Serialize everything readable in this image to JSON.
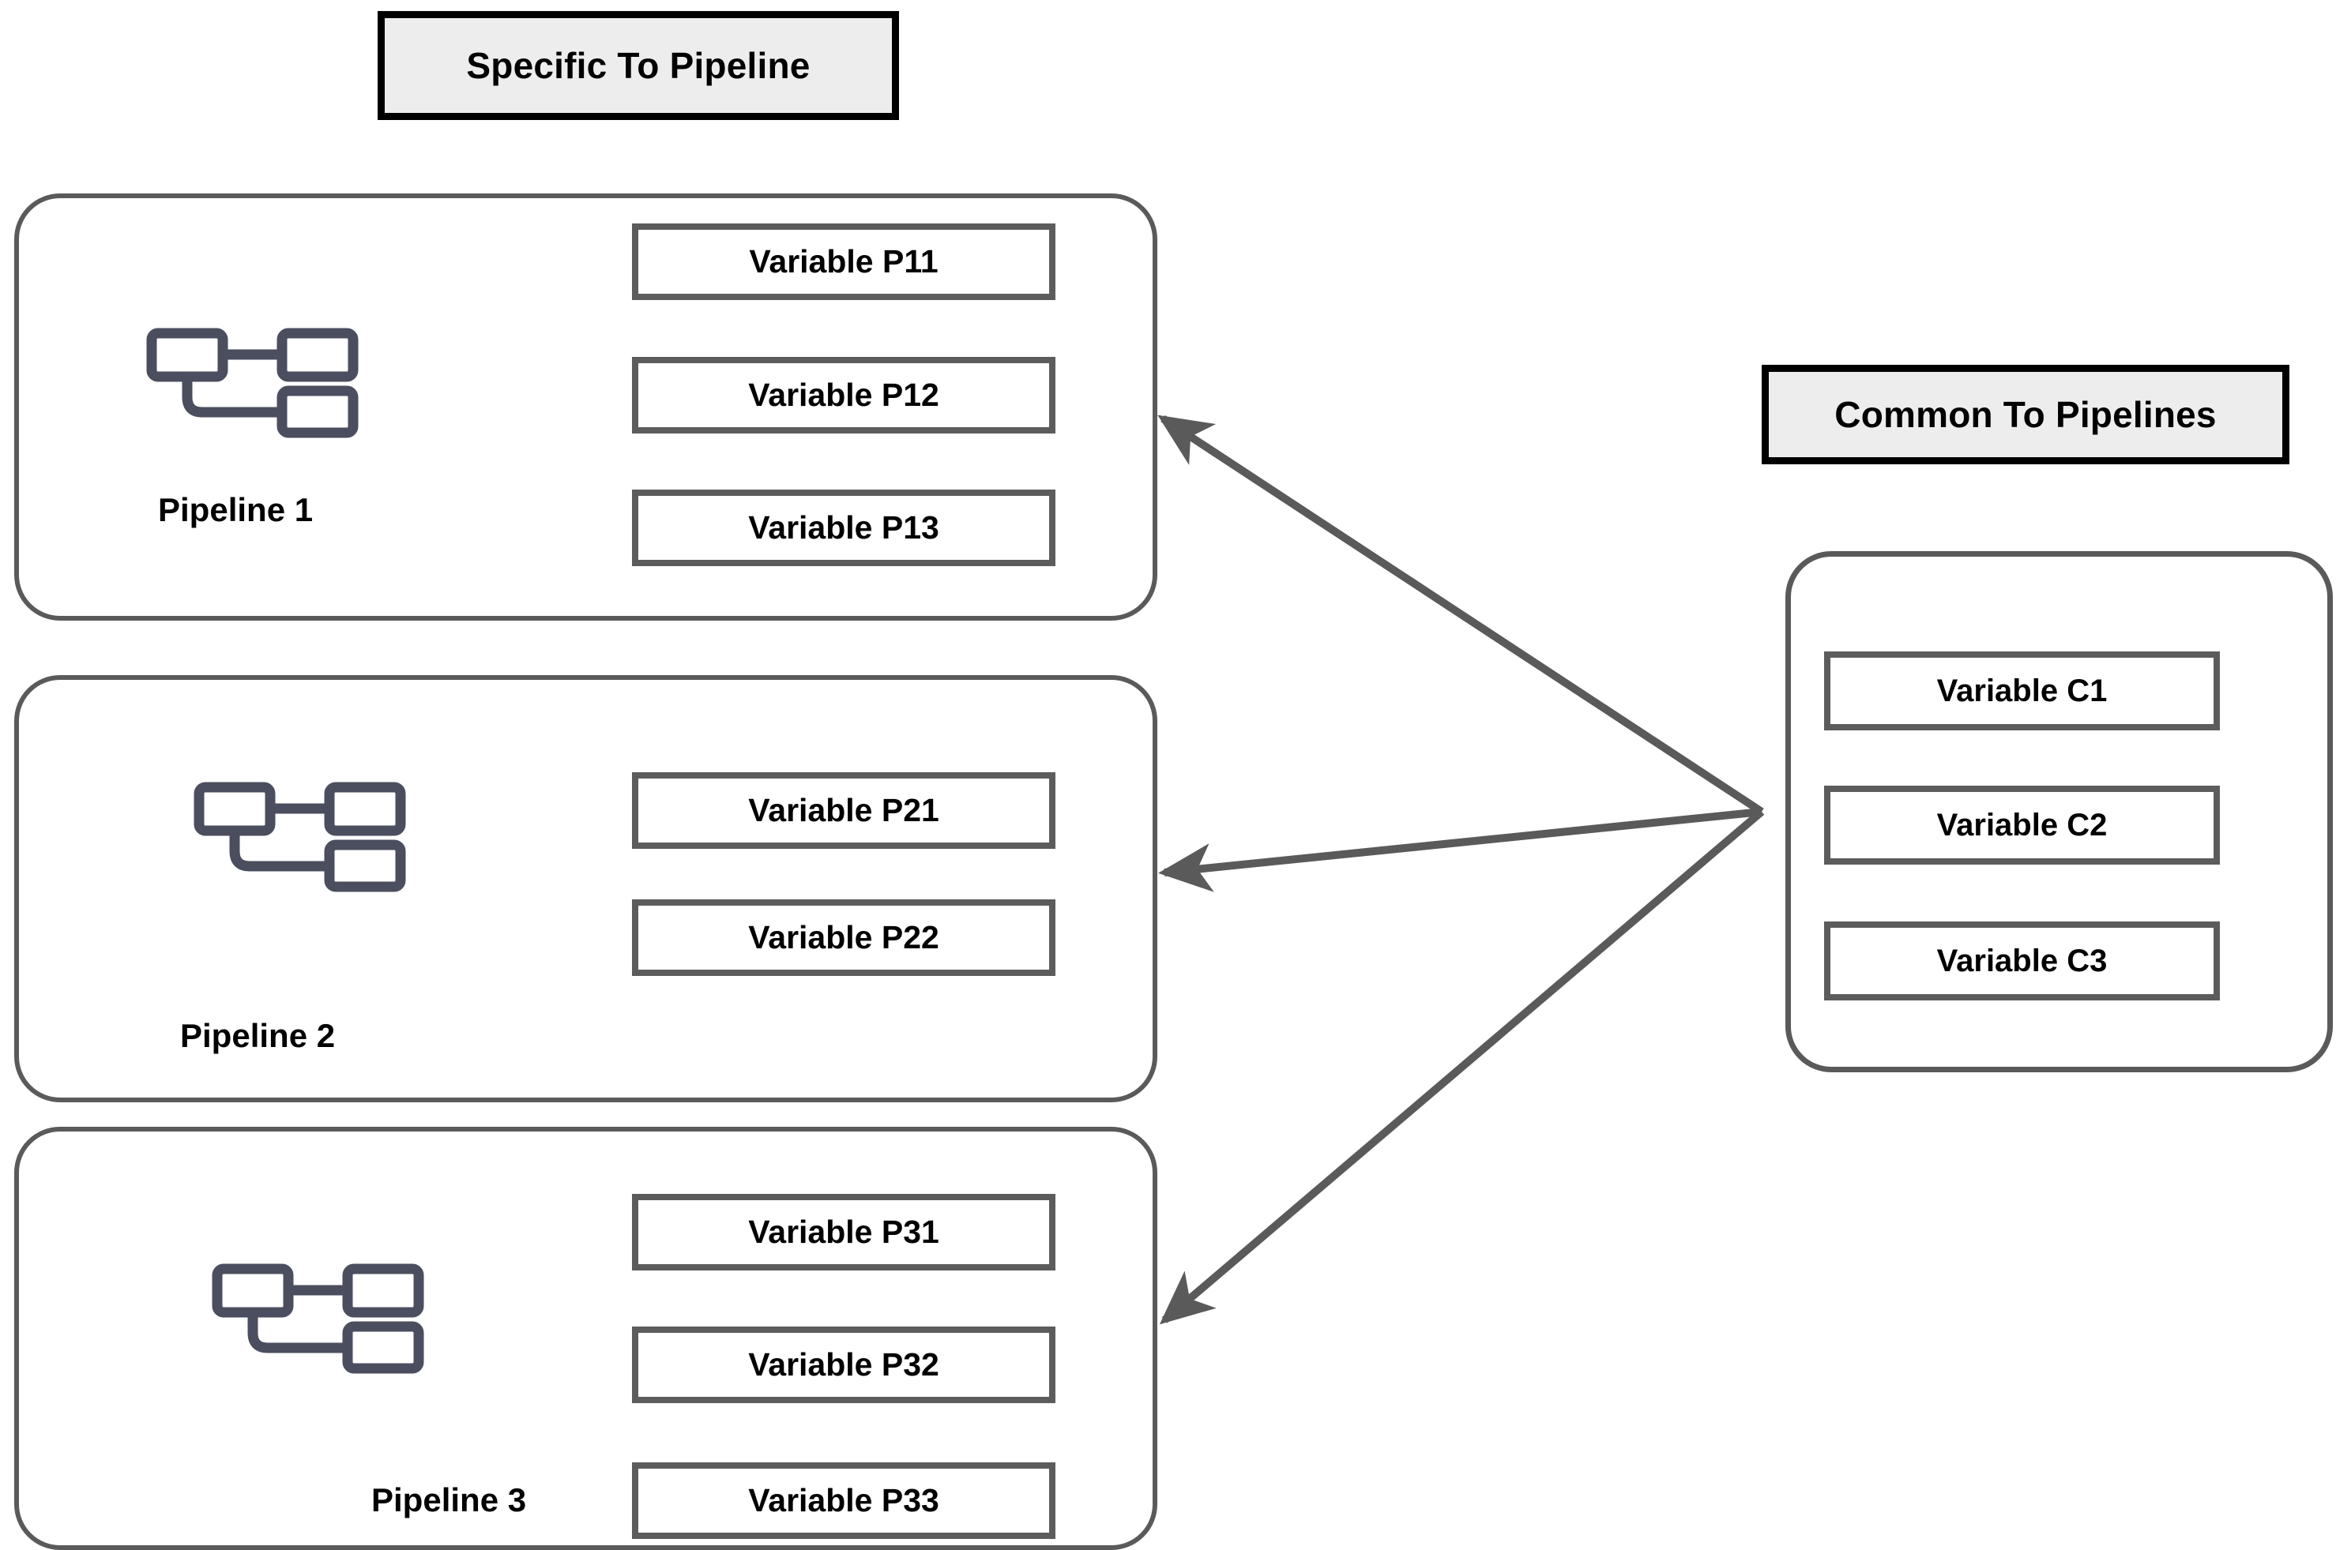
{
  "diagram": {
    "title_specific": "Specific To Pipeline",
    "title_common": "Common To Pipelines",
    "arrow_color": "#5a5a5a",
    "panel_border_color": "#5a5a5a",
    "var_border_color": "#5c5c5c",
    "section_fill_color": "#ededed",
    "section_border_color": "#000000",
    "icon_color": "#4a4e5e",
    "icon_name": "pipeline-sitemap-icon"
  },
  "pipelines": [
    {
      "label": "Pipeline 1",
      "variables": [
        "Variable P11",
        "Variable P12",
        "Variable P13"
      ]
    },
    {
      "label": "Pipeline 2",
      "variables": [
        "Variable P21",
        "Variable P22"
      ]
    },
    {
      "label": "Pipeline 3",
      "variables": [
        "Variable P31",
        "Variable P32",
        "Variable P33"
      ]
    }
  ],
  "common": {
    "variables": [
      "Variable C1",
      "Variable C2",
      "Variable C3"
    ]
  },
  "connections": [
    {
      "from": "common-variables",
      "to": "Pipeline 1"
    },
    {
      "from": "common-variables",
      "to": "Pipeline 2"
    },
    {
      "from": "common-variables",
      "to": "Pipeline 3"
    }
  ]
}
